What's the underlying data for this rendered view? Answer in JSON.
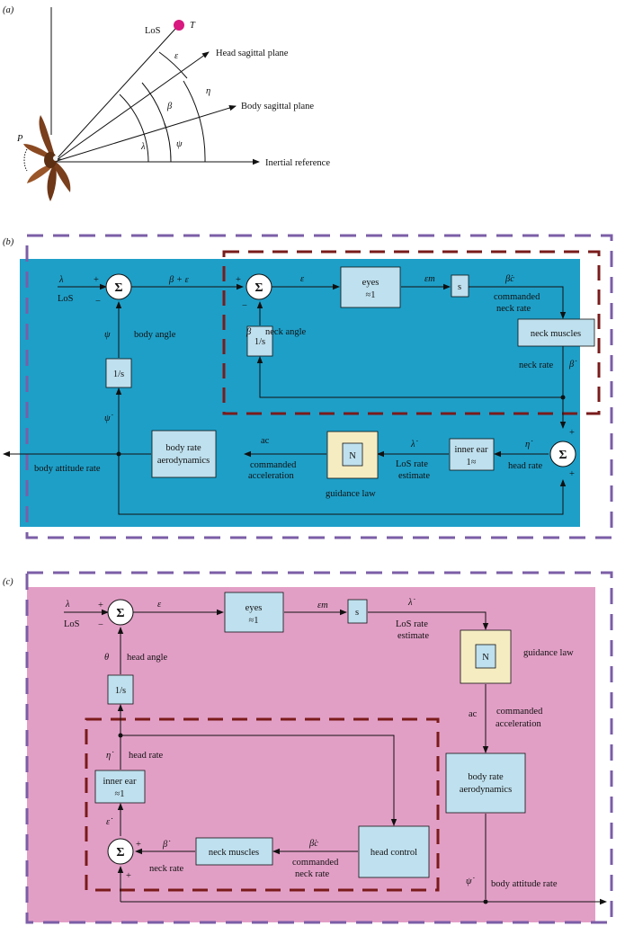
{
  "panels": {
    "a": "(a)",
    "b": "(b)",
    "c": "(c)"
  },
  "colors": {
    "panel_b_bg": "#1e9fc8",
    "panel_c_bg": "#e29fc6",
    "outer_dash": "#7b5ea7",
    "inner_dash": "#7a1b1b",
    "target_dot": "#d8197f",
    "box_fill": "#bfe0ee",
    "guidance_fill": "#f5ecc2"
  },
  "a": {
    "los": "LoS",
    "T": "T",
    "P": "P",
    "head": "Head sagittal plane",
    "body": "Body sagittal plane",
    "inertial": "Inertial reference",
    "eps": "ε",
    "eta": "η",
    "beta": "β",
    "psi": "ψ",
    "lam": "λ"
  },
  "b": {
    "lam": "λ",
    "los": "LoS",
    "plus": "+",
    "minus": "−",
    "sigma": "Σ",
    "beps": "β + ε",
    "eps": "ε",
    "eyes1": "eyes",
    "eyes2": "≈1",
    "epsm": "εm",
    "s": "s",
    "betac": "β̇c",
    "cnr1": "commanded",
    "cnr2": "neck rate",
    "neckmus": "neck muscles",
    "neckrate": "neck rate",
    "betadot": "β̇",
    "psi": "ψ",
    "bodyangle": "body angle",
    "beta": "β",
    "neckangle": "neck angle",
    "int": "1/s",
    "psidot": "ψ̇",
    "bra1": "body rate",
    "bra2": "aerodynamics",
    "ac": "ac",
    "ca1": "commanded",
    "ca2": "acceleration",
    "N": "N",
    "gl": "guidance law",
    "lamdot": "λ̇",
    "lre1": "LoS rate",
    "lre2": "estimate",
    "ie1": "inner ear",
    "ie2": "1≈",
    "etadot": "η̇",
    "headrate": "head rate",
    "bar": "body attitude rate"
  },
  "c": {
    "lam": "λ",
    "los": "LoS",
    "plus": "+",
    "minus": "−",
    "sigma": "Σ",
    "eps": "ε",
    "eyes1": "eyes",
    "eyes2": "≈1",
    "epsm": "εm",
    "s": "s",
    "lamdot": "λ̇",
    "lre1": "LoS rate",
    "lre2": "estimate",
    "N": "N",
    "gl": "guidance law",
    "theta": "θ",
    "headangle": "head angle",
    "int": "1/s",
    "ac": "ac",
    "ca1": "commanded",
    "ca2": "acceleration",
    "etadot": "η̇",
    "headrate": "head rate",
    "ie1": "inner ear",
    "ie2": "≈1",
    "bra1": "body rate",
    "bra2": "aerodynamics",
    "epsdot": "ε̇",
    "betadot": "β̇",
    "neckrate": "neck rate",
    "neckmus": "neck muscles",
    "betac": "β̇c",
    "cnr1": "commanded",
    "cnr2": "neck rate",
    "hc": "head control",
    "psidot": "ψ̇",
    "bar": "body attitude rate"
  }
}
